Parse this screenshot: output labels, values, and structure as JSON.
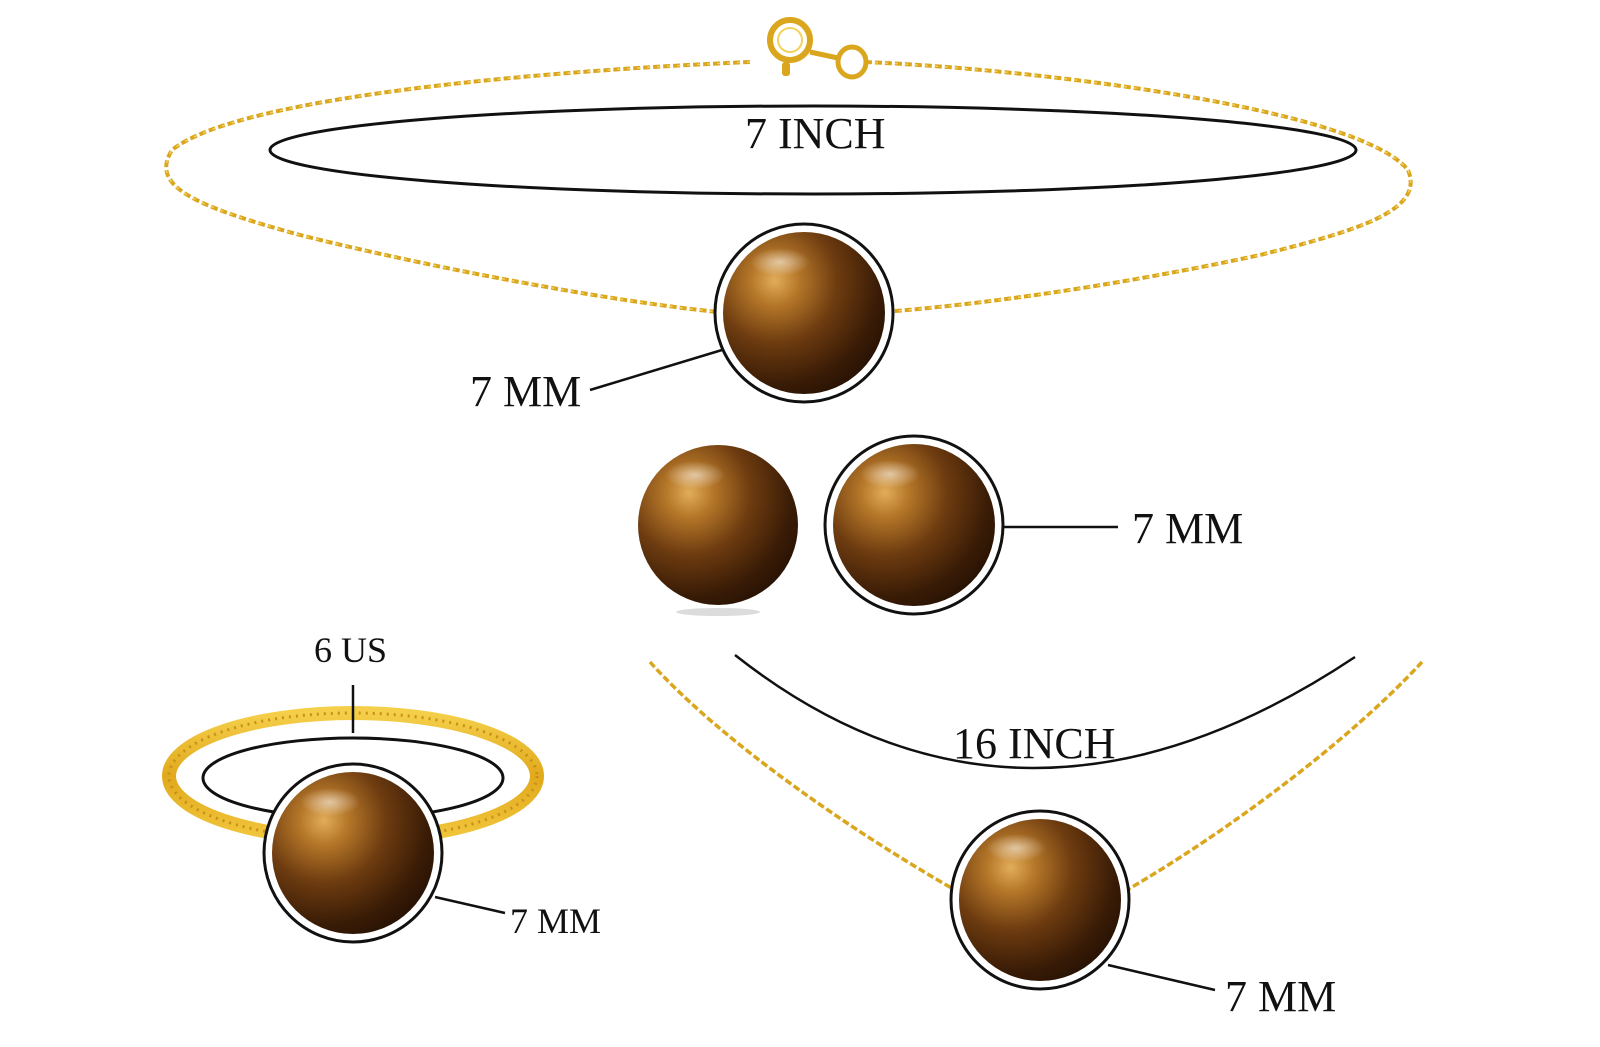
{
  "bracelet": {
    "length_label": "7 INCH",
    "stone_label": "7 MM"
  },
  "earrings": {
    "stone_label": "7 MM"
  },
  "ring": {
    "size_label": "6 US",
    "stone_label": "7 MM"
  },
  "necklace": {
    "length_label": "16 INCH",
    "stone_label": "7 MM"
  },
  "colors": {
    "gold": "#e8b923",
    "gold_dark": "#c8961a",
    "stone_dark": "#2b1505",
    "stone_mid": "#6a3a0e",
    "stone_light": "#c08a35",
    "outline": "#111111"
  }
}
